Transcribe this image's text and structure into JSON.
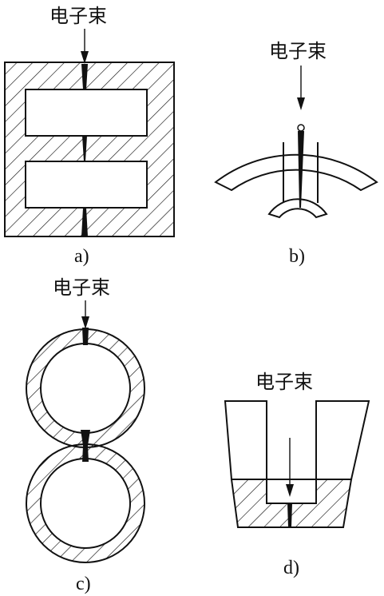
{
  "panels": [
    {
      "id": "a",
      "beam_label": "电子束",
      "caption": "a)"
    },
    {
      "id": "b",
      "beam_label": "电子束",
      "caption": "b)"
    },
    {
      "id": "c",
      "beam_label": "电子束",
      "caption": "c)"
    },
    {
      "id": "d",
      "beam_label": "电子束",
      "caption": "d)"
    }
  ],
  "colors": {
    "ink": "#111111",
    "background": "#ffffff"
  }
}
